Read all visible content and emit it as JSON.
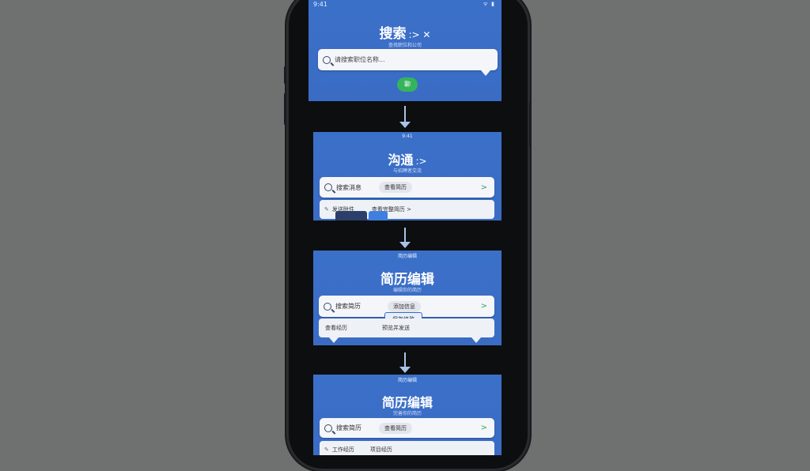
{
  "screen1": {
    "status_time": "9:41",
    "status_icons": "ᯤ ▮",
    "title": "搜索",
    "title_suffix": ":> ✕",
    "subtitle": "查找职位和公司",
    "search_placeholder": "请搜索职位名称...",
    "chat_icon_label": "聊"
  },
  "screen2": {
    "status_center": "9:41",
    "title": "沟通",
    "title_suffix": ":>",
    "subtitle": "与招聘者交流",
    "search_label": "搜索消息",
    "pill": "查看简历",
    "row_left": "发送附件",
    "row_right": "查看完整简历 >"
  },
  "screen3": {
    "status_center": "简历编辑",
    "title": "简历编辑",
    "subtitle": "编辑你的简历",
    "search_label": "搜索简历",
    "pill": "添加信息",
    "highlight": "保存修改",
    "row_left": "查看经历",
    "row_right": "预览并发送"
  },
  "screen4": {
    "status_center": "简历编辑",
    "title": "简历编辑",
    "subtitle": "完善你的简历",
    "search_label": "搜索简历",
    "pill": "查看简历",
    "row_left": "工作经历",
    "row_right": "项目经历"
  },
  "colors": {
    "screen_blue": "#3b70c9",
    "accent_green": "#35a35a",
    "arrow": "#a8c3e8"
  }
}
